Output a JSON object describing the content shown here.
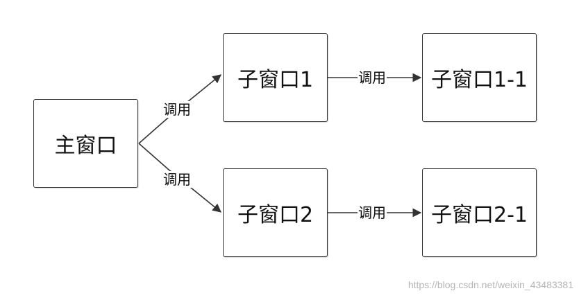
{
  "nodes": {
    "main": "主窗口",
    "child1": "子窗口1",
    "child2": "子窗口2",
    "child1_1": "子窗口1-1",
    "child2_1": "子窗口2-1"
  },
  "edges": {
    "main_to_child1": "调用",
    "main_to_child2": "调用",
    "child1_to_child1_1": "调用",
    "child2_to_child2_1": "调用"
  },
  "watermark": "https://blog.csdn.net/weixin_43483381"
}
